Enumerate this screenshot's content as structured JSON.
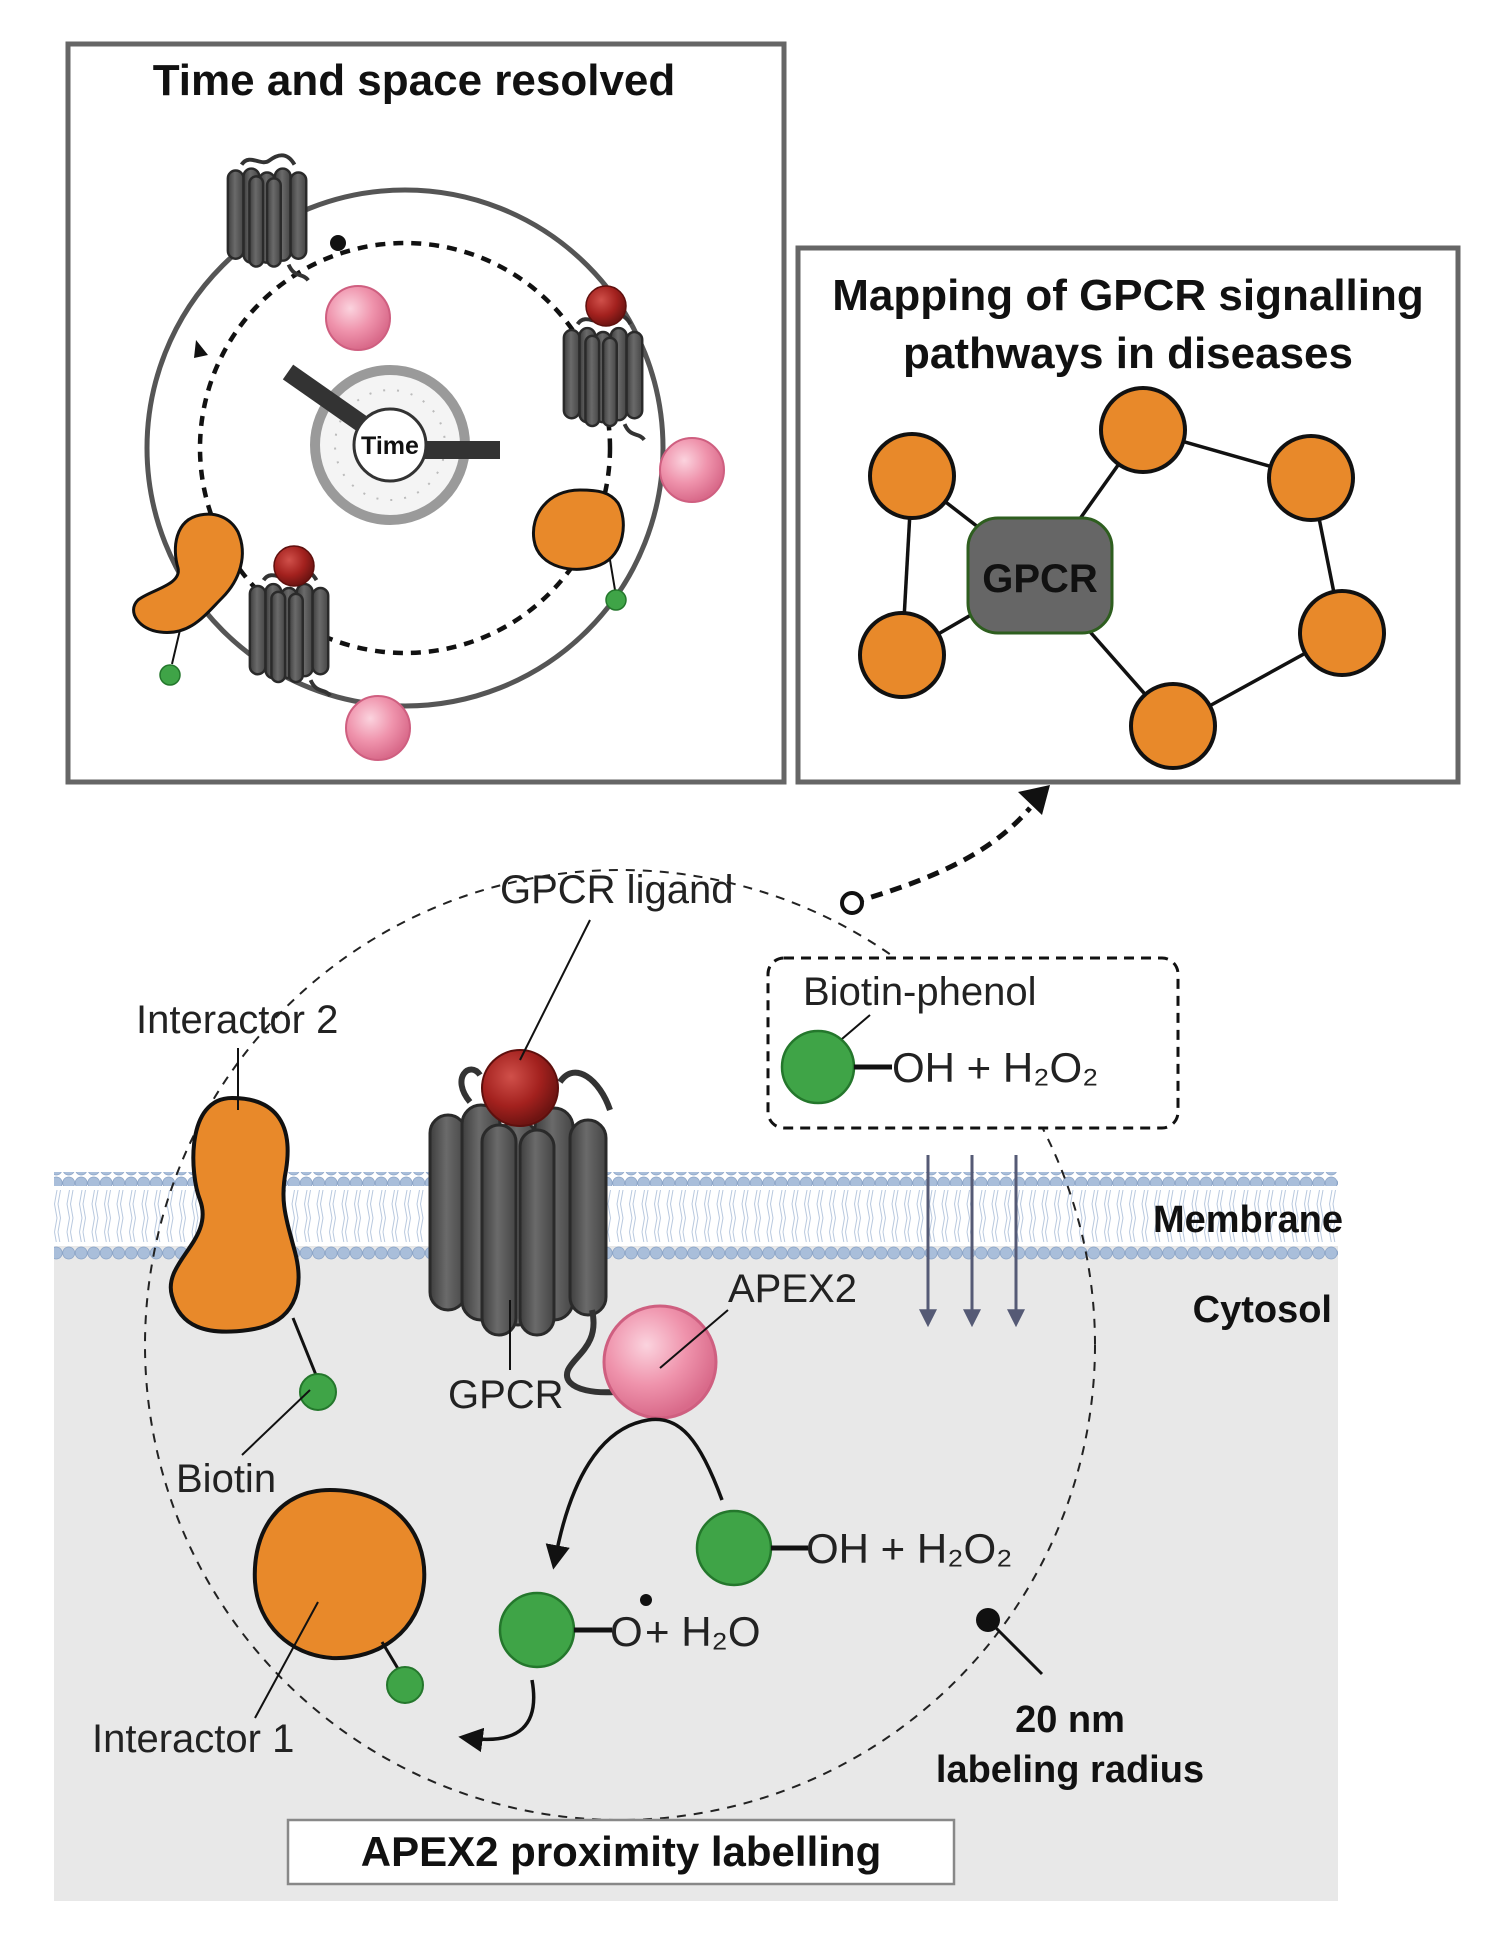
{
  "panels": {
    "time_space": {
      "title": "Time and space resolved",
      "clock_label": "Time"
    },
    "mapping": {
      "title_line1": "Mapping of GPCR signalling",
      "title_line2": "pathways in diseases",
      "center_node": "GPCR"
    }
  },
  "labels": {
    "gpcr_ligand": "GPCR ligand",
    "interactor_2": "Interactor 2",
    "biotin_phenol": "Biotin-phenol",
    "oh_h2o2_top": "OH + H₂O₂",
    "membrane": "Membrane",
    "cytosol": "Cytosol",
    "apex2": "APEX2",
    "gpcr": "GPCR",
    "biotin": "Biotin",
    "oh_h2o2_bottom": "OH + H₂O₂",
    "radical_o": "O",
    "radical_rest": " + H₂O",
    "interactor_1": "Interactor 1",
    "radius_line1": "20 nm",
    "radius_line2": "labeling radius",
    "footer": "APEX2 proximity labelling"
  },
  "colors": {
    "orange": "#E8892A",
    "green": "#3FA447",
    "pink": "#EE8FA8",
    "dark_red": "#A0211E",
    "gpcr_gray": "#5C5C5C",
    "cytosol_bg": "#E8E8E8",
    "membrane_blue": "#9BB3D3",
    "panel_border": "#666666"
  }
}
